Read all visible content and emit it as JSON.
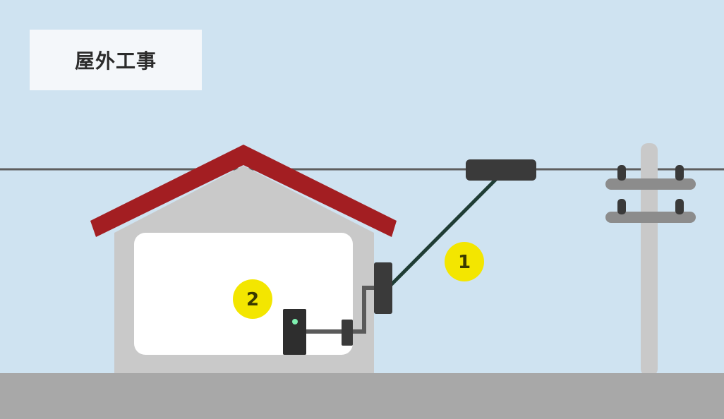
{
  "title": "屋外工事",
  "markers": [
    {
      "label": "1"
    },
    {
      "label": "2"
    }
  ],
  "colors": {
    "sky": "#cfe3f1",
    "ground": "#a8a8a8",
    "roof": "#a31e22",
    "house_wall": "#c9c9c9",
    "house_interior": "#ffffff",
    "cable": "#1f3d35",
    "device_dark": "#3a3a3a",
    "pole": "#c9c9c9",
    "crossarm": "#8c8c8c",
    "marker_fill": "#f3e600",
    "marker_text": "#3a3a00",
    "indicator_led": "#7ff0b0"
  }
}
